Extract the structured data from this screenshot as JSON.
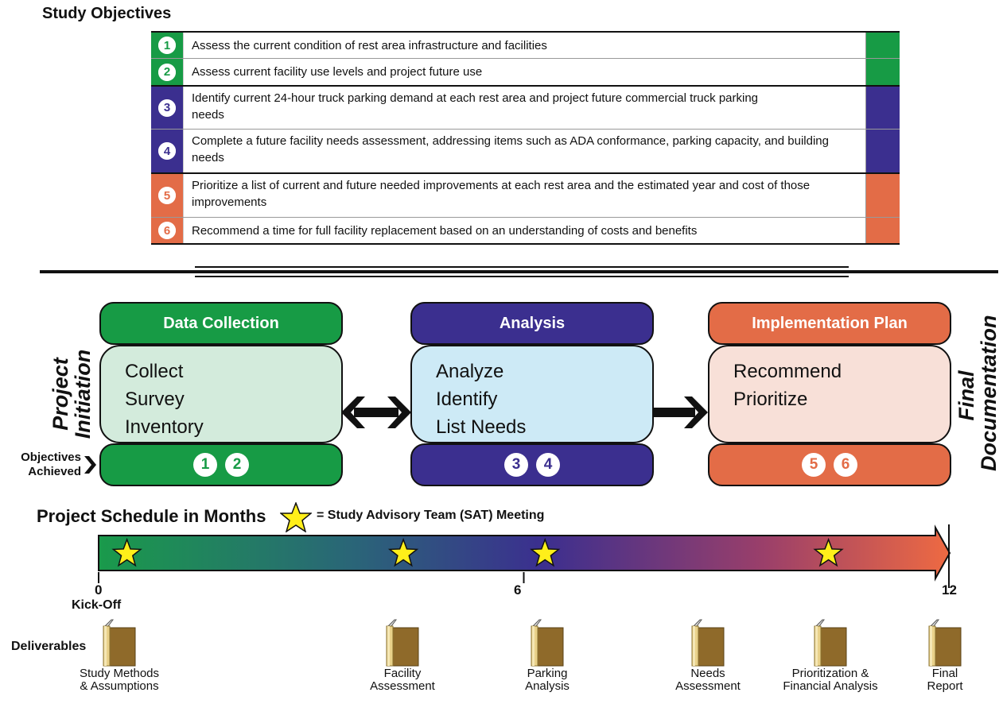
{
  "title": "Study Objectives",
  "colors": {
    "green": "#179b45",
    "purple": "#3b2f8f",
    "orange": "#e36c47"
  },
  "objectives": [
    {
      "num": "1",
      "text": "Assess the current condition of rest area infrastructure and facilities",
      "color": "#179b45"
    },
    {
      "num": "2",
      "text": "Assess current facility use levels and project future use",
      "color": "#179b45"
    },
    {
      "num": "3",
      "text": "Identify current 24-hour truck parking demand at each rest area and project future commercial truck parking needs",
      "color": "#3b2f8f"
    },
    {
      "num": "4",
      "text": "Complete a future facility needs assessment, addressing items such as ADA conformance, parking capacity, and building needs",
      "color": "#3b2f8f"
    },
    {
      "num": "5",
      "text": "Prioritize a list of current and future needed improvements at each rest area and the estimated year and cost of those improvements",
      "color": "#e36c47"
    },
    {
      "num": "6",
      "text": "Recommend a time for full facility replacement based on an understanding of costs and benefits",
      "color": "#e36c47"
    }
  ],
  "phases": [
    {
      "title": "Data Collection",
      "items": [
        "Collect",
        "Survey",
        "Inventory"
      ],
      "objectives": [
        "1",
        "2"
      ]
    },
    {
      "title": "Analysis",
      "items": [
        "Analyze",
        "Identify",
        "List Needs"
      ],
      "objectives": [
        "3",
        "4"
      ]
    },
    {
      "title": "Implementation Plan",
      "items": [
        "Recommend",
        "Prioritize"
      ],
      "objectives": [
        "5",
        "6"
      ]
    }
  ],
  "side_labels": {
    "left_line1": "Project",
    "left_line2": "Initiation",
    "right_line1": "Final",
    "right_line2": "Documentation"
  },
  "objectives_achieved": {
    "line1": "Objectives",
    "line2": "Achieved"
  },
  "schedule": {
    "title": "Project Schedule in Months",
    "legend": "= Study Advisory Team (SAT) Meeting",
    "ticks": [
      {
        "label": "0",
        "month": 0
      },
      {
        "label": "6",
        "month": 6
      },
      {
        "label": "12",
        "month": 12
      }
    ],
    "kickoff_label": "Kick-Off",
    "sat_meetings_months": [
      0.4,
      4.3,
      6.3,
      10.3
    ]
  },
  "deliverables_label": "Deliverables",
  "deliverables": [
    {
      "line1": "Study Methods",
      "line2": "& Assumptions"
    },
    {
      "line1": "Facility",
      "line2": "Assessment"
    },
    {
      "line1": "Parking",
      "line2": "Analysis"
    },
    {
      "line1": "Needs",
      "line2": "Assessment"
    },
    {
      "line1": "Prioritization &",
      "line2": "Financial Analysis"
    },
    {
      "line1": "Final",
      "line2": "Report"
    }
  ]
}
